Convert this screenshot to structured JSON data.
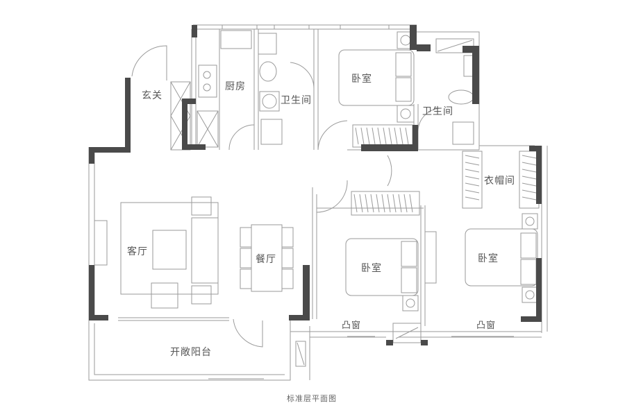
{
  "caption": "标准层平面图",
  "colors": {
    "wall": "#4a4a4a",
    "line": "#9a9a9a",
    "text": "#555555",
    "background": "#ffffff"
  },
  "rooms": {
    "entrance": "玄关",
    "kitchen": "厨房",
    "bathroom_1": "卫生间",
    "bedroom_top": "卧室",
    "bathroom_2": "卫生间",
    "cloakroom": "衣帽间",
    "living_room": "客厅",
    "dining_room": "餐厅",
    "bedroom_middle": "卧室",
    "bedroom_right": "卧室",
    "bay_window_1": "凸窗",
    "bay_window_2": "凸窗",
    "open_balcony": "开敞阳台"
  }
}
